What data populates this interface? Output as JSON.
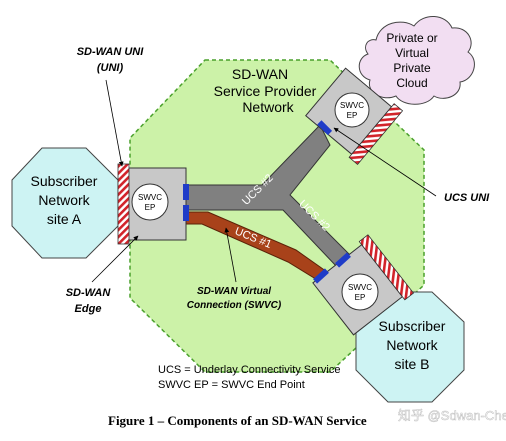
{
  "provider_network": {
    "label_line1": "SD-WAN",
    "label_line2": "Service Provider",
    "label_line3": "Network",
    "fill": "#ccf2a8",
    "stroke": "#4aa02c"
  },
  "subscriber_a": {
    "line1": "Subscriber",
    "line2": "Network",
    "line3": "site A",
    "fill": "#cdf3f3"
  },
  "subscriber_b": {
    "line1": "Subscriber",
    "line2": "Network",
    "line3": "site B",
    "fill": "#cdf3f3"
  },
  "cloud": {
    "line1": "Private or",
    "line2": "Virtual",
    "line3": "Private",
    "line4": "Cloud",
    "fill": "#f2def2"
  },
  "edges": {
    "left": {
      "line1": "SWVC",
      "line2": "EP"
    },
    "right_bottom": {
      "line1": "SWVC",
      "line2": "EP"
    },
    "right_top": {
      "line1": "SWVC",
      "line2": "EP"
    }
  },
  "tunnels": {
    "ucs2_upper": "UCS #2",
    "ucs2_right": "UCS #2",
    "ucs1": "UCS #1"
  },
  "callouts": {
    "uni_line1": "SD-WAN UNI",
    "uni_line2": "(UNI)",
    "ucs_uni": "UCS UNI",
    "edge_line1": "SD-WAN",
    "edge_line2": "Edge",
    "swvc_line1": "SD-WAN Virtual",
    "swvc_line2": "Connection (SWVC)"
  },
  "legend": {
    "line1": "UCS = Underlay Connectivity Service",
    "line2": "SWVC EP = SWVC End Point"
  },
  "caption": "Figure 1 – Components of an SD-WAN Service",
  "watermark": "知乎 @Sdwan-Cheap",
  "colors": {
    "uni_hatch": "#d2232a",
    "ucs_uni_bar": "#1f3cc8",
    "tunnel_gray": "#808080",
    "ucs1_fill": "#a8421a",
    "edge_gray": "#c8c8c8"
  }
}
